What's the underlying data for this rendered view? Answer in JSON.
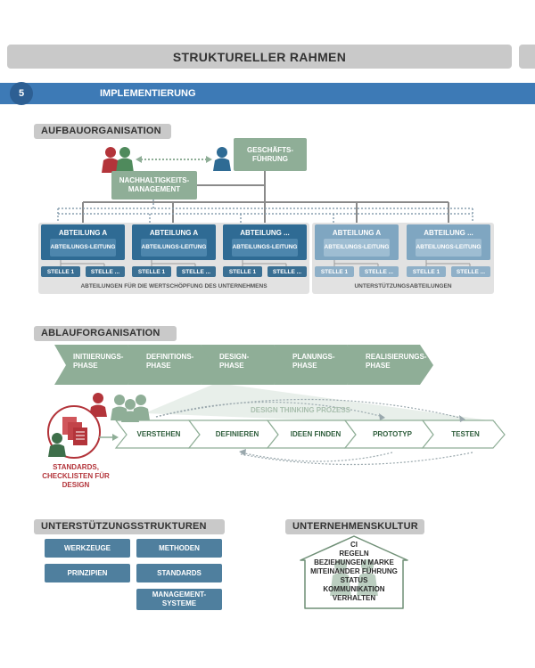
{
  "banner": {
    "title": "STRUKTURELLER RAHMEN"
  },
  "section": {
    "number": "5",
    "title": "IMPLEMENTIERUNG"
  },
  "aufbau": {
    "header": "AUFBAUORGANISATION",
    "management": "GESCHÄFTS-FÜHRUNG",
    "sustainability": "NACHHALTIGKEITS-MANAGEMENT",
    "departments": [
      {
        "title": "ABTEILUNG A",
        "sub": "ABTEILUNGS-LEITUNG",
        "stellen": [
          "STELLE 1",
          "STELLE ..."
        ]
      },
      {
        "title": "ABTEILUNG A",
        "sub": "ABTEILUNGS-LEITUNG",
        "stellen": [
          "STELLE 1",
          "STELLE ..."
        ]
      },
      {
        "title": "ABTEILUNG ...",
        "sub": "ABTEILUNGS-LEITUNG",
        "stellen": [
          "STELLE 1",
          "STELLE ..."
        ]
      },
      {
        "title": "ABTEILUNG A",
        "sub": "ABTEILUNGS-LEITUNG",
        "stellen": [
          "STELLE 1",
          "STELLE ..."
        ]
      },
      {
        "title": "ABTEILUNG ...",
        "sub": "ABTEILUNGS-LEITUNG",
        "stellen": [
          "STELLE 1",
          "STELLE ..."
        ]
      }
    ],
    "panel_left_label": "ABTEILUNGEN FÜR DIE WERTSCHÖPFUNG DES UNTERNEHMENS",
    "panel_right_label": "UNTERSTÜTZUNGSABTEILUNGEN"
  },
  "ablauf": {
    "header": "ABLAUFORGANISATION",
    "phases": [
      "INITIIERUNGS-PHASE",
      "DEFINITIONS-PHASE",
      "DESIGN-PHASE",
      "PLANUNGS-PHASE",
      "REALISIERUNGS-PHASE"
    ],
    "dt_label": "DESIGN THINKING PROZESS",
    "dt_steps": [
      "VERSTEHEN",
      "DEFINIEREN",
      "IDEEN FINDEN",
      "PROTOTYP",
      "TESTEN"
    ],
    "standards_label": "STANDARDS, CHECKLISTEN FÜR DESIGN"
  },
  "support": {
    "header": "UNTERSTÜTZUNGSSTRUKTUREN",
    "items": [
      "WERKZEUGE",
      "METHODEN",
      "PRINZIPIEN",
      "STANDARDS",
      "MANAGEMENT-SYSTEME"
    ]
  },
  "culture": {
    "header": "UNTERNEHMENSKULTUR",
    "words": [
      "CI",
      "REGELN",
      "BEZIEHUNGEN MARKE",
      "MITEINANDER FÜHRUNG",
      "STATUS",
      "KOMMUNIKATION",
      "VERHALTEN"
    ]
  },
  "colors": {
    "dark_blue": "#2f6b94",
    "light_blue": "#7fa6c1",
    "green": "#8fae97",
    "red": "#b3343a",
    "section_blue": "#3d7ab6"
  }
}
